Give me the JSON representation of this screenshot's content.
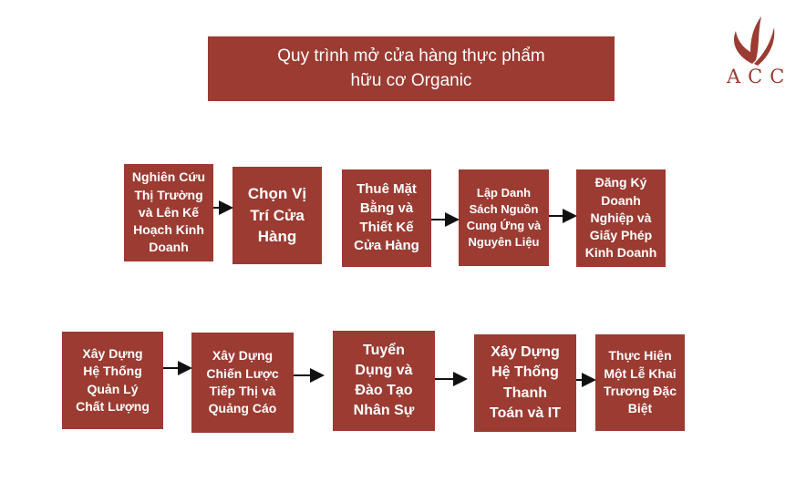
{
  "title": "Quy trình mở cửa hàng thực phẩm\nhữu cơ Organic",
  "logo": {
    "text": "ACC"
  },
  "colors": {
    "box": "#9b3b32",
    "text": "#ffffff",
    "arrow": "#111111",
    "logo": "#9b3b32"
  },
  "row1": [
    {
      "label": "Nghiên Cứu\nThị Trường\nvà Lên Kế\nHoạch Kinh\nDoanh"
    },
    {
      "label": "Chọn Vị\nTrí Cửa\nHàng"
    },
    {
      "label": "Thuê Mặt\nBằng và\nThiết Kế\nCửa Hàng"
    },
    {
      "label": "Lập Danh\nSách Nguồn\nCung Ứng và\nNguyên Liệu"
    },
    {
      "label": "Đăng Ký\nDoanh\nNghiệp và\nGiấy Phép\nKinh Doanh"
    }
  ],
  "row2": [
    {
      "label": "Xây Dựng\nHệ Thống\nQuản Lý\nChất Lượng"
    },
    {
      "label": "Xây Dựng\nChiến Lược\nTiếp Thị và\nQuảng Cáo"
    },
    {
      "label": "Tuyển\nDụng và\nĐào Tạo\nNhân Sự"
    },
    {
      "label": "Xây Dựng\nHệ Thống\nThanh\nToán và IT"
    },
    {
      "label": "Thực Hiện\nMột Lễ Khai\nTrương Đặc\nBiệt"
    }
  ]
}
